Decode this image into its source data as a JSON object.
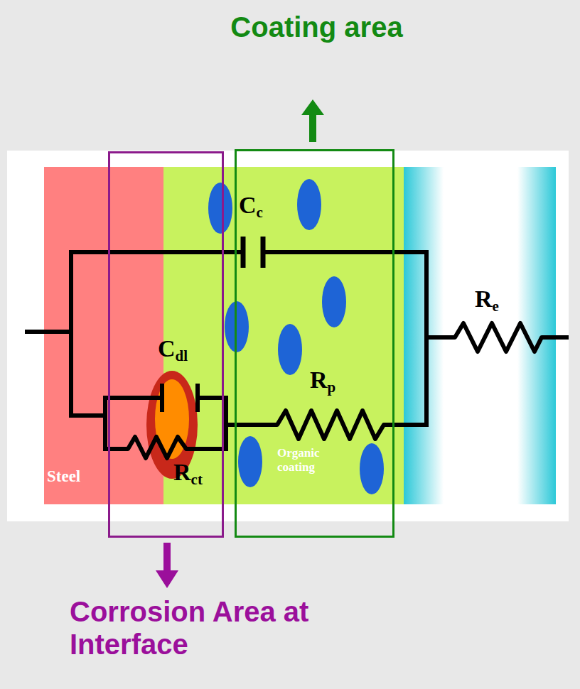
{
  "diagram": {
    "nodes": [
      {
        "text": [
          "Coating area"
        ]
      },
      {
        "text": [
          "Steel"
        ]
      },
      {
        "text": [
          "Organic coating"
        ]
      },
      {
        "text": [
          "Corrosion Area at Interface"
        ]
      }
    ],
    "labels": [
      "Cc",
      "Cdl",
      "Re",
      "Rp",
      "Rct"
    ]
  }
}
